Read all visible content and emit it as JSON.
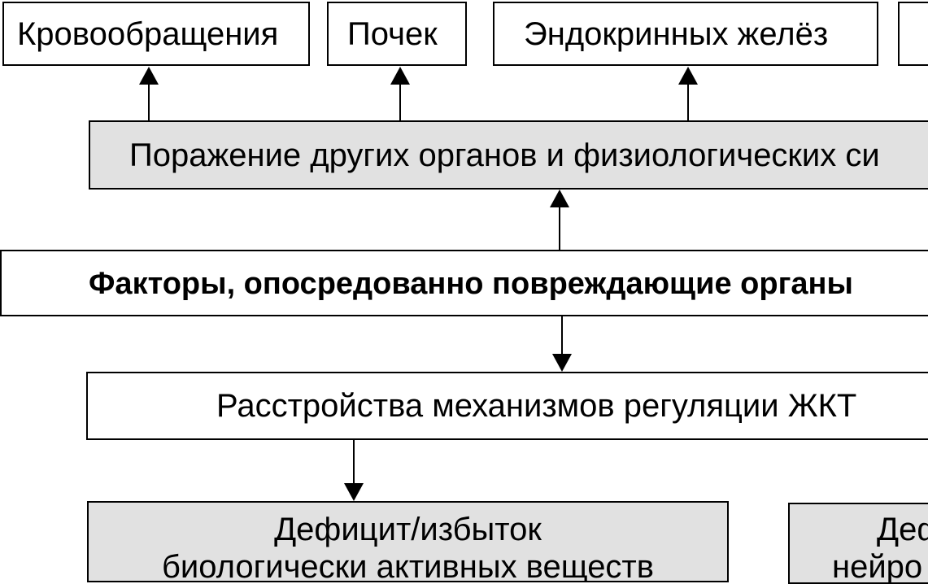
{
  "diagram": {
    "top_row": [
      {
        "id": "krovoobrashcheniya",
        "label": "Кровообращения"
      },
      {
        "id": "pochek",
        "label": "Почек"
      },
      {
        "id": "endokrinnykh",
        "label": "Эндокринных желёз"
      },
      {
        "id": "cut_right",
        "label": ""
      }
    ],
    "organ_damage": {
      "label": "Поражение других органов и физиологических си"
    },
    "factors": {
      "label": "Факторы, опосредованно повреждающие органы"
    },
    "regulation": {
      "label": "Расстройства механизмов регуляции ЖКТ"
    },
    "deficit_bas": {
      "line1": "Дефицит/избыток",
      "line2": "биологически активных веществ"
    },
    "deficit_right": {
      "line1": "Деф",
      "line2": "нейро"
    },
    "colors": {
      "stroke": "#000000",
      "grey_fill": "#e1e1e1",
      "white_fill": "#ffffff"
    }
  }
}
